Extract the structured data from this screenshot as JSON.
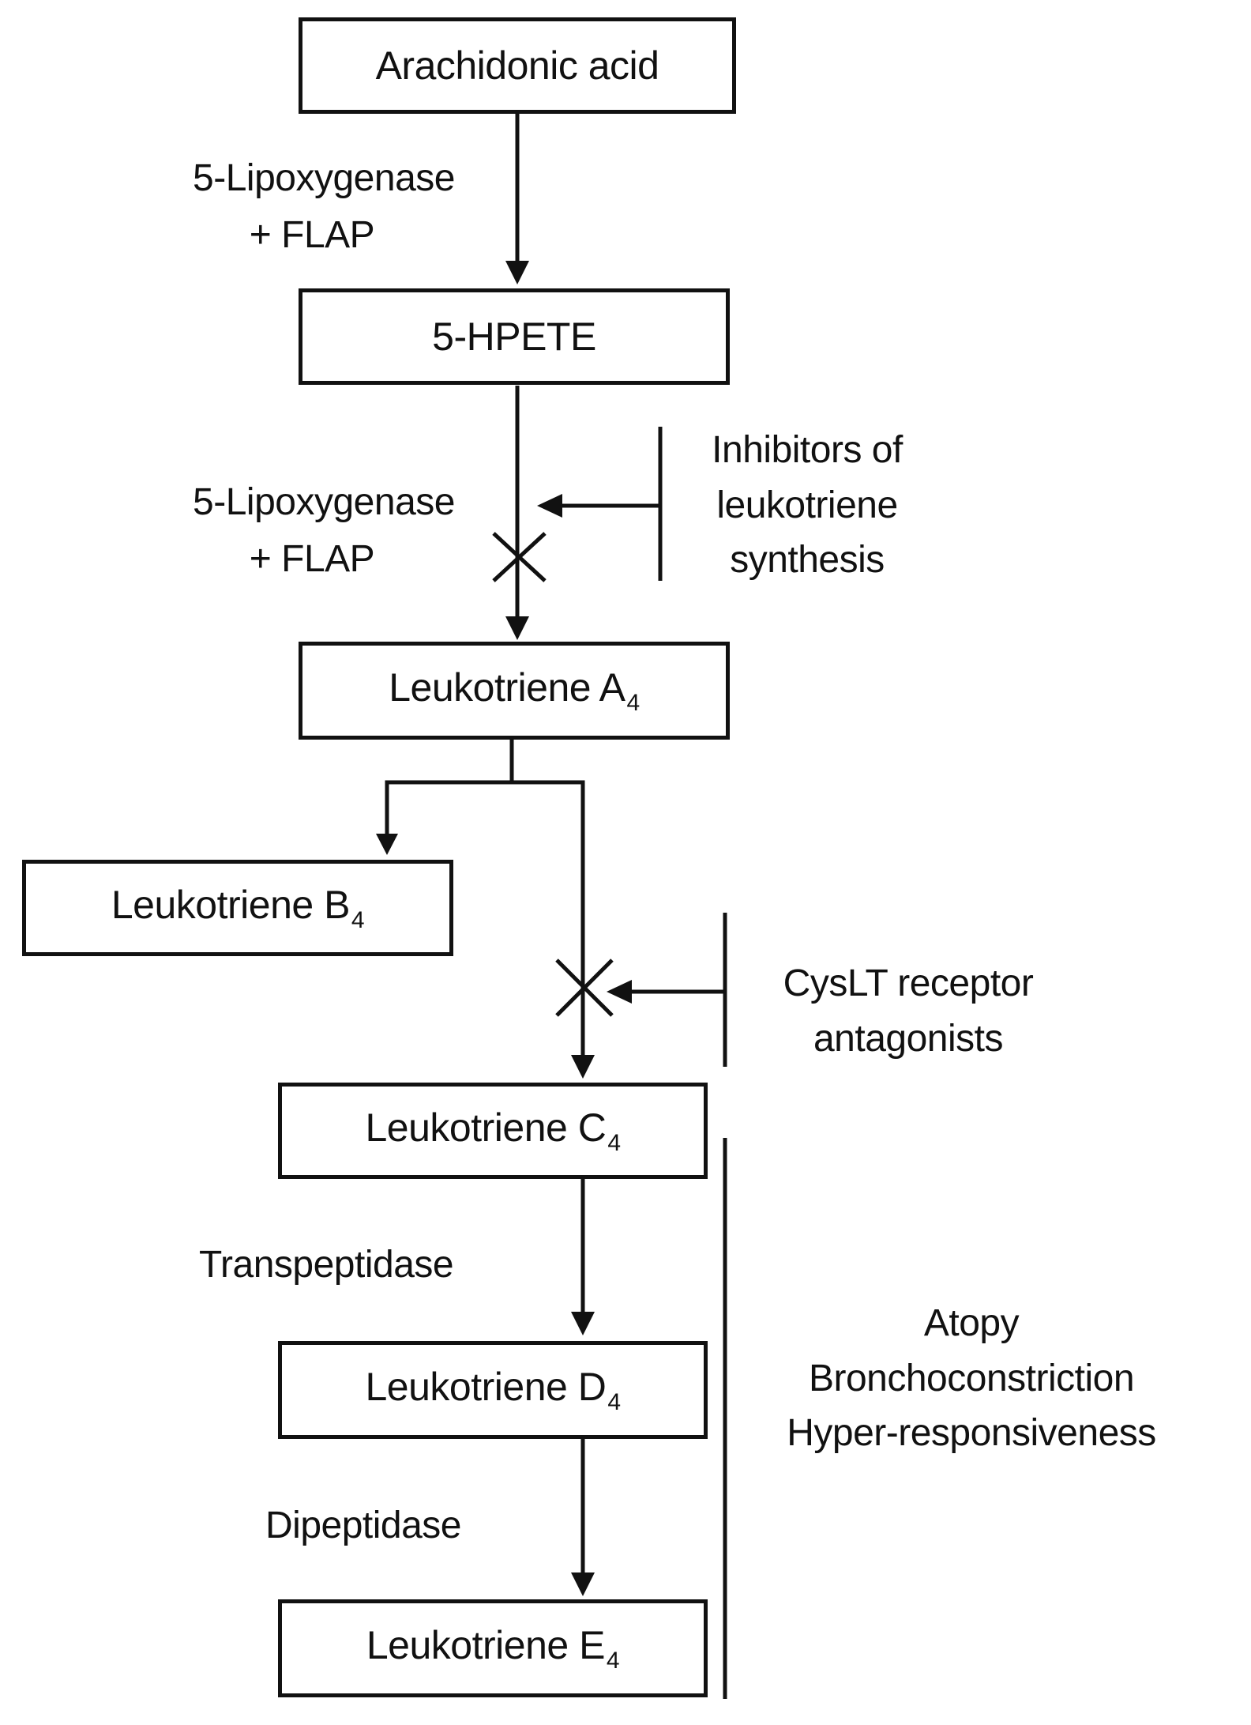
{
  "boxes": {
    "arachidonic_acid": "Arachidonic acid",
    "hpete": "5-HPETE",
    "lta4": {
      "name": "Leukotriene A",
      "sub": "4"
    },
    "ltb4": {
      "name": "Leukotriene B",
      "sub": "4"
    },
    "ltc4": {
      "name": "Leukotriene C",
      "sub": "4"
    },
    "ltd4": {
      "name": "Leukotriene D",
      "sub": "4"
    },
    "lte4": {
      "name": "Leukotriene E",
      "sub": "4"
    }
  },
  "enzymes": {
    "step1_line1": "5-Lipoxygenase",
    "step1_line2": "+ FLAP",
    "step2_line1": "5-Lipoxygenase",
    "step2_line2": "+ FLAP",
    "transpeptidase": "Transpeptidase",
    "dipeptidase": "Dipeptidase"
  },
  "inhibitors": {
    "synthesis": [
      "Inhibitors of",
      "leukotriene",
      "synthesis"
    ],
    "receptor": [
      "CysLT receptor",
      "antagonists"
    ]
  },
  "effects": [
    "Atopy",
    "Bronchoconstriction",
    "Hyper-responsiveness"
  ],
  "colors": {
    "line": "#111111",
    "background": "#ffffff"
  }
}
